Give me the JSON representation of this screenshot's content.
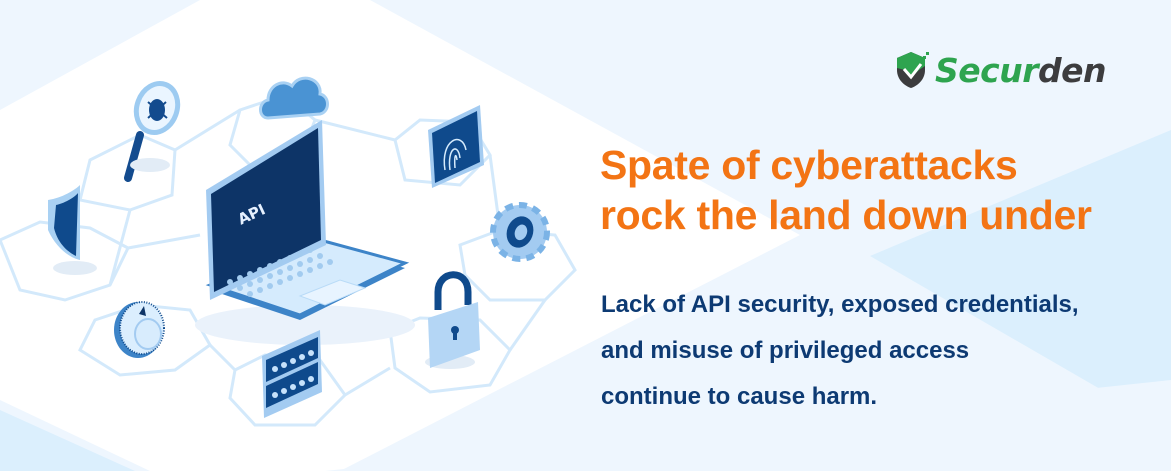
{
  "brand": {
    "name_part1": "Secur",
    "name_part2": "den",
    "colors": {
      "green": "#2ea44f",
      "dark": "#3c3c3e"
    }
  },
  "headline": {
    "line1": "Spate of cyberattacks",
    "line2": "rock the land down under",
    "color": "#f37414"
  },
  "body": {
    "line1": "Lack of API security, exposed credentials,",
    "line2": "and misuse of privileged access",
    "line3": "continue to cause harm.",
    "color": "#0d3a73"
  },
  "illustration": {
    "laptop_screen_label": "API",
    "icons": [
      "bug-magnifier-icon",
      "cloud-icon",
      "fingerprint-icon",
      "shield-icon",
      "gear-icon",
      "padlock-icon",
      "safe-dial-icon",
      "password-field-icon",
      "laptop-icon"
    ]
  }
}
